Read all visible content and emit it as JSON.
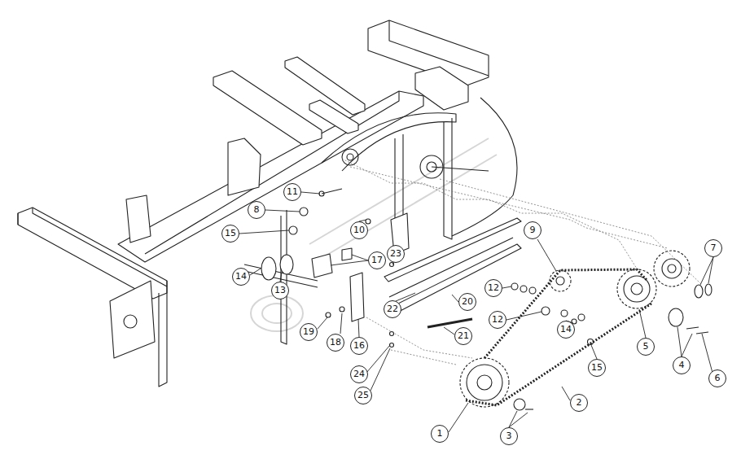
{
  "diagram": {
    "labels": [
      "11",
      "8",
      "15",
      "10",
      "14",
      "13",
      "17",
      "19",
      "18",
      "16",
      "23",
      "22",
      "20",
      "21",
      "24",
      "25",
      "9",
      "12",
      "12",
      "14",
      "15",
      "2",
      "1",
      "3",
      "5",
      "4",
      "6",
      "7"
    ]
  }
}
